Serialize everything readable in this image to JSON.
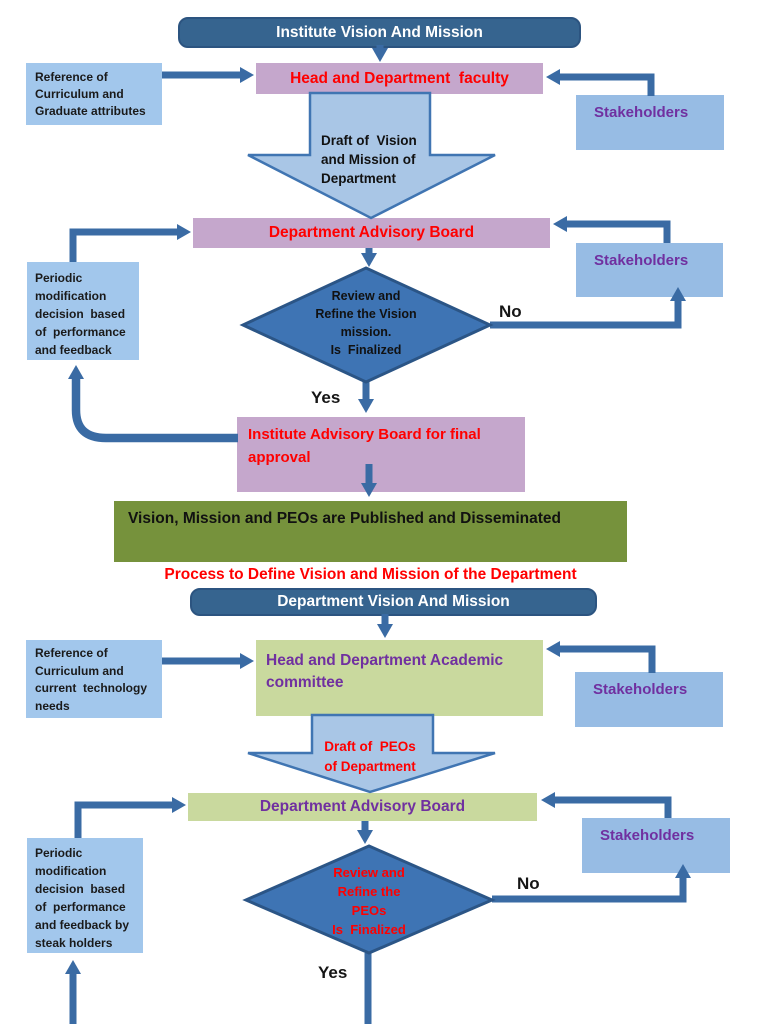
{
  "colors": {
    "header_bar": "#36648F",
    "mauve_box": "#C5A7CC",
    "light_blue_box": "#A2C7EC",
    "stakeholder_box": "#97BCE4",
    "connector": "#3A6BA4",
    "decision_diamond": "#3E74B4",
    "fat_arrow_fill": "#A9C6E6",
    "olive_bar": "#76923C",
    "light_green_box": "#C9D99E",
    "red_text": "#FF0000",
    "purple_text": "#7030A0"
  },
  "flow1": {
    "title": "Institute Vision And Mission",
    "ref_lines": [
      "Reference of",
      "Curriculum and",
      "Graduate attributes"
    ],
    "head_box": "Head and Department  faculty",
    "stakeholders_top": "Stakeholders",
    "draft_lines": [
      "Draft of  Vision",
      "and Mission of",
      "Department"
    ],
    "advisory_board": "Department Advisory Board",
    "stakeholders_mid": "Stakeholders",
    "periodic_lines": [
      "Periodic",
      "modification",
      "decision  based",
      "of  performance",
      "and feedback"
    ],
    "decision_lines": [
      "Review and",
      "Refine the Vision",
      "mission.",
      "Is  Finalized"
    ],
    "no_label": "No",
    "yes_label": "Yes",
    "final_lines": [
      "Institute Advisory Board for final",
      "approval"
    ],
    "publish_bar": "Vision, Mission and PEOs are Published and Disseminated",
    "caption": "Process to Define Vision and Mission of the Department"
  },
  "flow2": {
    "title": "Department Vision And Mission",
    "ref_lines": [
      "Reference of",
      "Curriculum and",
      "current  technology",
      "needs"
    ],
    "head_lines": [
      "Head and Department Academic",
      "committee"
    ],
    "stakeholders_top": "Stakeholders",
    "draft_lines": [
      "Draft of  PEOs",
      "of Department"
    ],
    "advisory_board": "Department Advisory Board",
    "stakeholders_mid": "Stakeholders",
    "periodic_lines": [
      "Periodic",
      "modification",
      "decision  based",
      "of  performance",
      "and feedback by",
      "steak holders"
    ],
    "decision_lines": [
      "Review and",
      "Refine the",
      "PEOs",
      "Is  Finalized"
    ],
    "no_label": "No",
    "yes_label": "Yes"
  }
}
